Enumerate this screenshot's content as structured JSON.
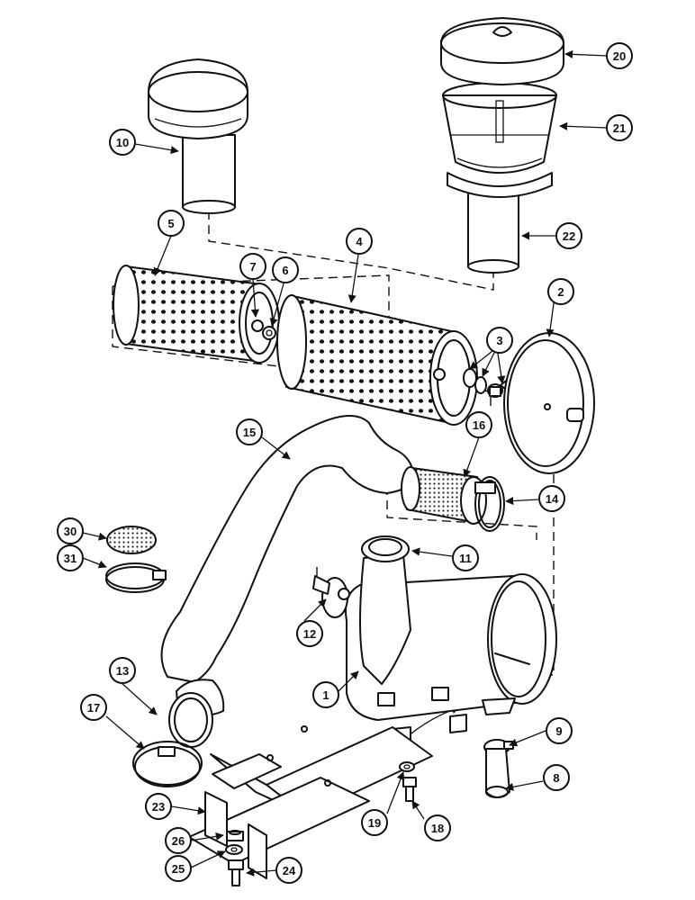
{
  "diagram": {
    "colors": {
      "ink": "#111111",
      "paper": "#ffffff"
    },
    "callouts": [
      {
        "id": "1",
        "label": "1"
      },
      {
        "id": "2",
        "label": "2"
      },
      {
        "id": "3",
        "label": "3"
      },
      {
        "id": "4",
        "label": "4"
      },
      {
        "id": "5",
        "label": "5"
      },
      {
        "id": "6",
        "label": "6"
      },
      {
        "id": "7",
        "label": "7"
      },
      {
        "id": "8",
        "label": "8"
      },
      {
        "id": "9",
        "label": "9"
      },
      {
        "id": "10",
        "label": "10"
      },
      {
        "id": "11",
        "label": "11"
      },
      {
        "id": "12",
        "label": "12"
      },
      {
        "id": "13",
        "label": "13"
      },
      {
        "id": "14",
        "label": "14"
      },
      {
        "id": "15",
        "label": "15"
      },
      {
        "id": "16",
        "label": "16"
      },
      {
        "id": "17",
        "label": "17"
      },
      {
        "id": "18",
        "label": "18"
      },
      {
        "id": "19",
        "label": "19"
      },
      {
        "id": "20",
        "label": "20"
      },
      {
        "id": "21",
        "label": "21"
      },
      {
        "id": "22",
        "label": "22"
      },
      {
        "id": "23",
        "label": "23"
      },
      {
        "id": "24",
        "label": "24"
      },
      {
        "id": "25",
        "label": "25"
      },
      {
        "id": "26",
        "label": "26"
      },
      {
        "id": "30",
        "label": "30"
      },
      {
        "id": "31",
        "label": "31"
      }
    ]
  }
}
